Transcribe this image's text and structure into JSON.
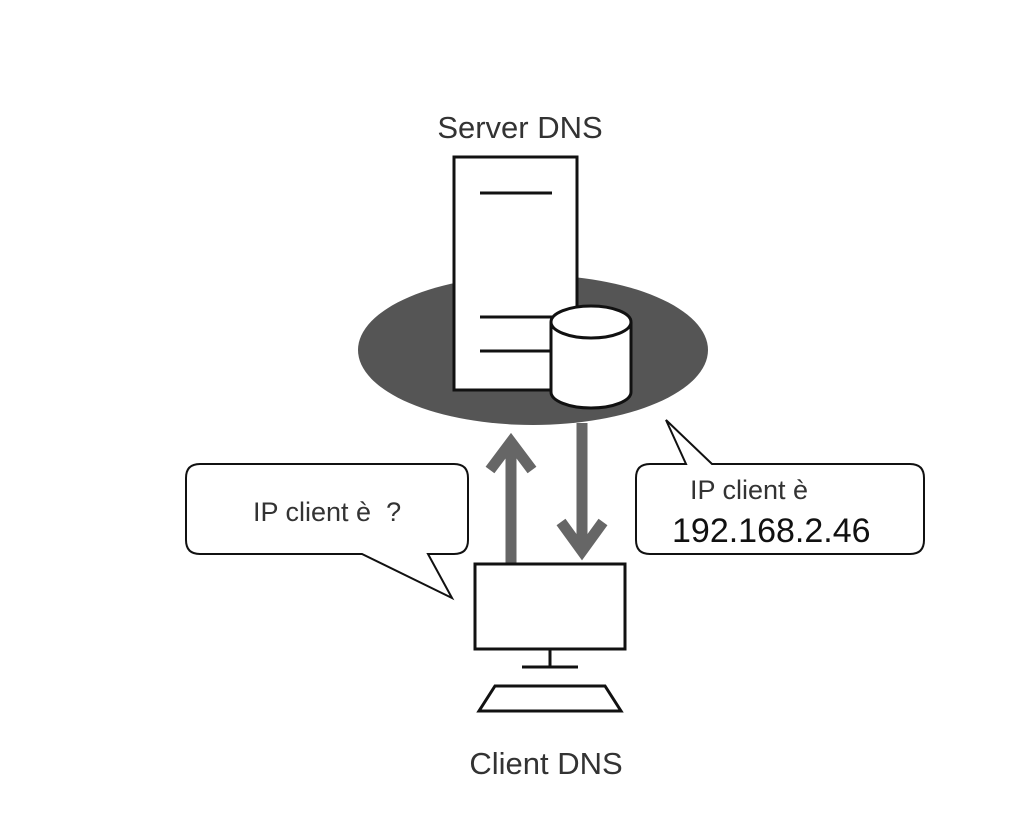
{
  "server": {
    "label": "Server DNS"
  },
  "client": {
    "label": "Client DNS"
  },
  "query_bubble": {
    "text": "IP client è  ?"
  },
  "response_bubble": {
    "line1": "IP client è",
    "line2": "192.168.2.46"
  },
  "colors": {
    "ellipse": "#555555",
    "arrow": "#666666",
    "stroke": "#111111",
    "text": "#333333",
    "background": "#ffffff"
  }
}
